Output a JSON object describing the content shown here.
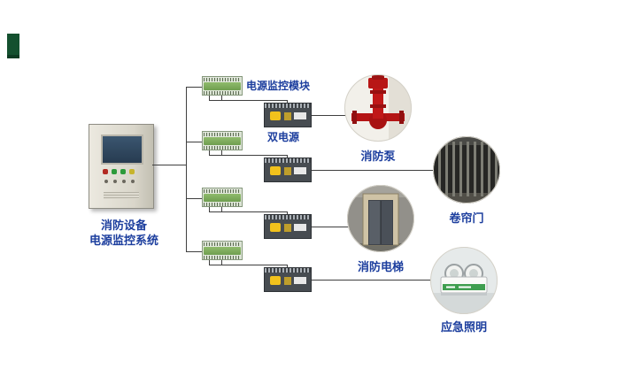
{
  "cabinet": {
    "label_line1": "消防设备",
    "label_line2": "电源监控系统"
  },
  "labels": {
    "module": "电源监控模块",
    "dual_power": "双电源"
  },
  "devices": [
    {
      "name": "消防泵",
      "icon": "fire-pump-photo"
    },
    {
      "name": "卷帘门",
      "icon": "roller-shutter-photo"
    },
    {
      "name": "消防电梯",
      "icon": "fire-elevator-photo"
    },
    {
      "name": "应急照明",
      "icon": "emergency-light-photo"
    }
  ],
  "colors": {
    "label_blue": "#1c3e9e",
    "line": "#3f3f3f",
    "module_green": "#6f9e4f",
    "ats_dark": "#474c51",
    "ats_yellow": "#f2c21c",
    "pump_red": "#c01818",
    "light_green": "#3f9e4f",
    "logo_green": "#14502f"
  }
}
